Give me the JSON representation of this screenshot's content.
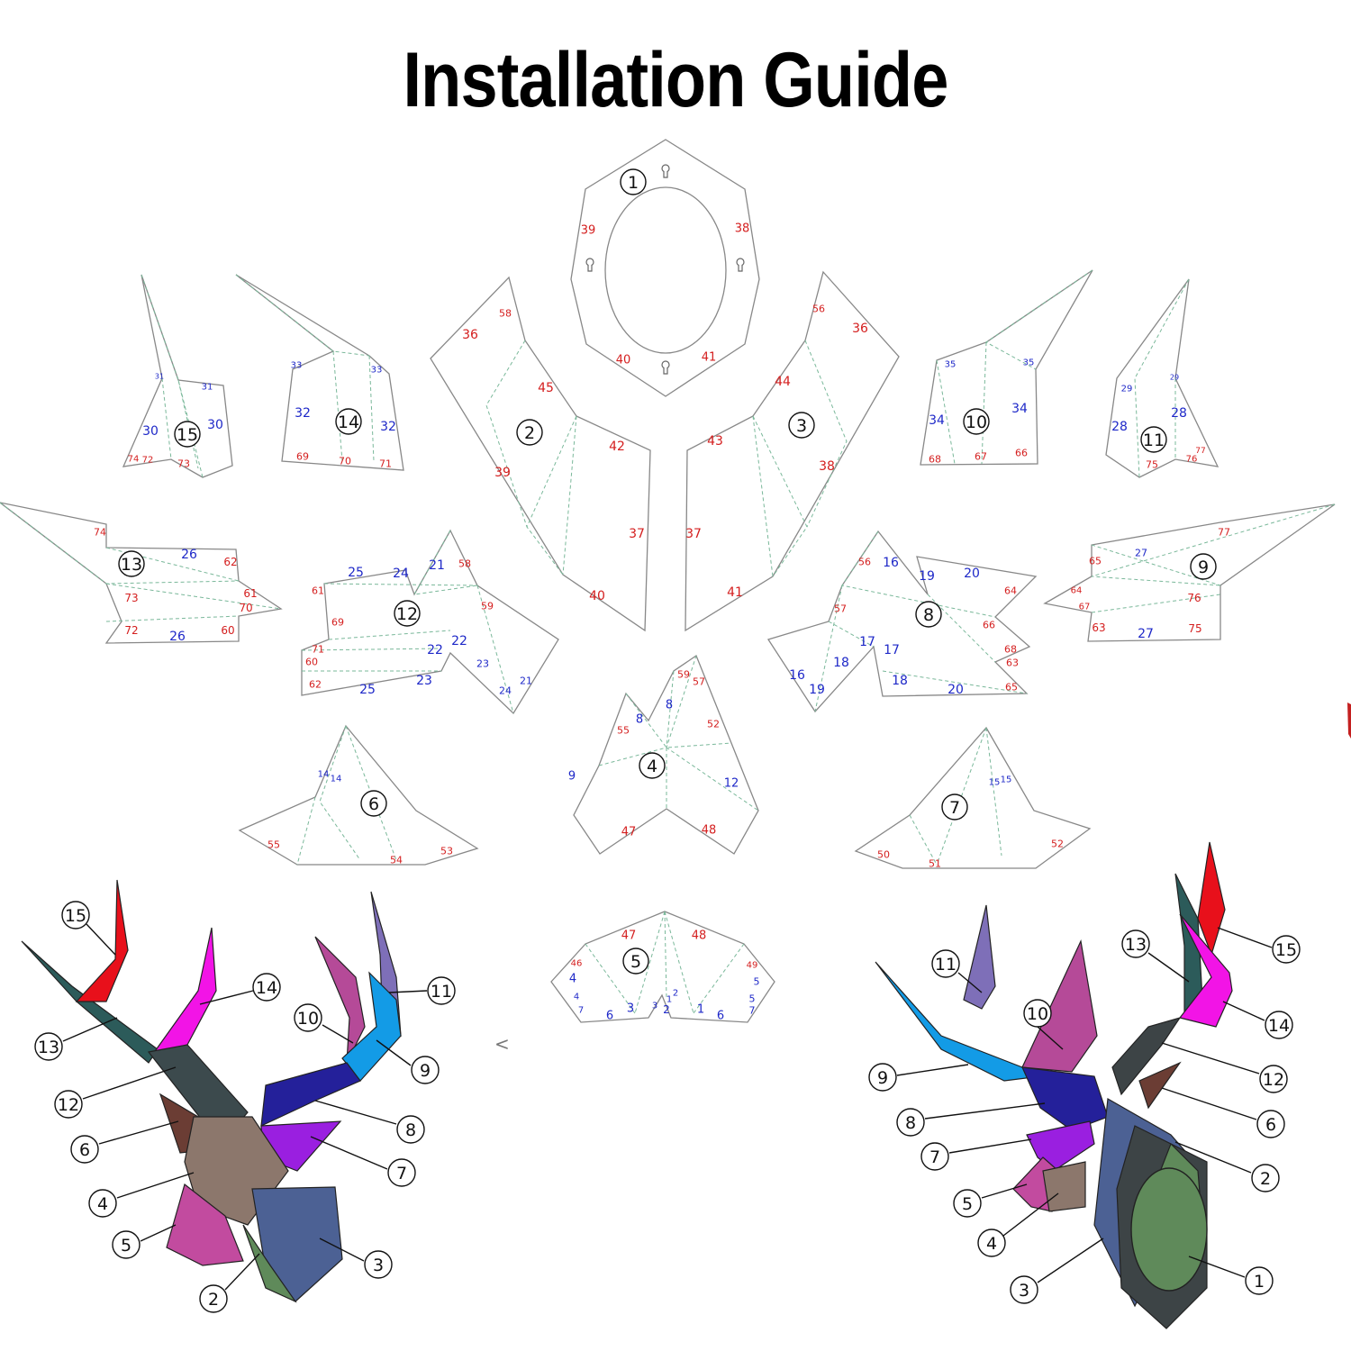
{
  "title": "Installation Guide",
  "pieces": [
    {
      "id": "1",
      "label": "1",
      "tabs": [
        [
          "39",
          "r"
        ],
        [
          "38",
          "r"
        ],
        [
          "40",
          "r"
        ],
        [
          "41",
          "r"
        ]
      ]
    },
    {
      "id": "2",
      "label": "2",
      "tabs": [
        [
          "58",
          "r"
        ],
        [
          "36",
          "r"
        ],
        [
          "45",
          "r"
        ],
        [
          "42",
          "r"
        ],
        [
          "39",
          "r"
        ],
        [
          "37",
          "r"
        ],
        [
          "40",
          "r"
        ]
      ]
    },
    {
      "id": "3",
      "label": "3",
      "tabs": [
        [
          "56",
          "r"
        ],
        [
          "36",
          "r"
        ],
        [
          "44",
          "r"
        ],
        [
          "43",
          "r"
        ],
        [
          "38",
          "r"
        ],
        [
          "37",
          "r"
        ],
        [
          "41",
          "r"
        ]
      ]
    },
    {
      "id": "4",
      "label": "4",
      "tabs": [
        [
          "59",
          "r"
        ],
        [
          "57",
          "r"
        ],
        [
          "8",
          "b"
        ],
        [
          "8",
          "b"
        ],
        [
          "55",
          "r"
        ],
        [
          "52",
          "r"
        ],
        [
          "9",
          "b"
        ],
        [
          "12",
          "b"
        ],
        [
          "47",
          "r"
        ],
        [
          "48",
          "r"
        ]
      ]
    },
    {
      "id": "5",
      "label": "5",
      "tabs": [
        [
          "47",
          "r"
        ],
        [
          "48",
          "r"
        ],
        [
          "46",
          "r"
        ],
        [
          "49",
          "r"
        ],
        [
          "4",
          "b"
        ],
        [
          "5",
          "b"
        ],
        [
          "4",
          "b"
        ],
        [
          "5",
          "b"
        ],
        [
          "7",
          "b"
        ],
        [
          "7",
          "b"
        ],
        [
          "6",
          "b"
        ],
        [
          "6",
          "b"
        ],
        [
          "3",
          "b"
        ],
        [
          "3",
          "b"
        ],
        [
          "2",
          "b"
        ],
        [
          "2",
          "b"
        ],
        [
          "1",
          "b"
        ],
        [
          "1",
          "b"
        ]
      ]
    },
    {
      "id": "6",
      "label": "6",
      "tabs": [
        [
          "14",
          "b"
        ],
        [
          "14",
          "b"
        ],
        [
          "55",
          "r"
        ],
        [
          "54",
          "r"
        ],
        [
          "53",
          "r"
        ]
      ]
    },
    {
      "id": "7",
      "label": "7",
      "tabs": [
        [
          "15",
          "b"
        ],
        [
          "15",
          "b"
        ],
        [
          "50",
          "r"
        ],
        [
          "51",
          "r"
        ],
        [
          "52",
          "r"
        ]
      ]
    },
    {
      "id": "8",
      "label": "8",
      "tabs": [
        [
          "56",
          "r"
        ],
        [
          "16",
          "b"
        ],
        [
          "19",
          "b"
        ],
        [
          "20",
          "b"
        ],
        [
          "64",
          "r"
        ],
        [
          "57",
          "r"
        ],
        [
          "66",
          "r"
        ],
        [
          "17",
          "b"
        ],
        [
          "17",
          "b"
        ],
        [
          "18",
          "b"
        ],
        [
          "16",
          "b"
        ],
        [
          "19",
          "b"
        ],
        [
          "18",
          "b"
        ],
        [
          "68",
          "r"
        ],
        [
          "63",
          "r"
        ],
        [
          "20",
          "b"
        ],
        [
          "65",
          "r"
        ]
      ]
    },
    {
      "id": "9",
      "label": "9",
      "tabs": [
        [
          "77",
          "r"
        ],
        [
          "27",
          "b"
        ],
        [
          "65",
          "r"
        ],
        [
          "64",
          "r"
        ],
        [
          "67",
          "r"
        ],
        [
          "76",
          "r"
        ],
        [
          "63",
          "r"
        ],
        [
          "27",
          "b"
        ],
        [
          "75",
          "r"
        ]
      ]
    },
    {
      "id": "10",
      "label": "10",
      "tabs": [
        [
          "35",
          "b"
        ],
        [
          "35",
          "b"
        ],
        [
          "34",
          "b"
        ],
        [
          "34",
          "b"
        ],
        [
          "68",
          "r"
        ],
        [
          "67",
          "r"
        ],
        [
          "66",
          "r"
        ]
      ]
    },
    {
      "id": "11",
      "label": "11",
      "tabs": [
        [
          "29",
          "b"
        ],
        [
          "29",
          "b"
        ],
        [
          "28",
          "b"
        ],
        [
          "28",
          "b"
        ],
        [
          "77",
          "r"
        ],
        [
          "76",
          "r"
        ],
        [
          "75",
          "r"
        ]
      ]
    },
    {
      "id": "12",
      "label": "12",
      "tabs": [
        [
          "25",
          "b"
        ],
        [
          "24",
          "b"
        ],
        [
          "21",
          "b"
        ],
        [
          "58",
          "r"
        ],
        [
          "61",
          "r"
        ],
        [
          "59",
          "r"
        ],
        [
          "69",
          "r"
        ],
        [
          "71",
          "r"
        ],
        [
          "60",
          "r"
        ],
        [
          "22",
          "b"
        ],
        [
          "22",
          "b"
        ],
        [
          "23",
          "b"
        ],
        [
          "62",
          "r"
        ],
        [
          "25",
          "b"
        ],
        [
          "23",
          "b"
        ],
        [
          "24",
          "b"
        ],
        [
          "21",
          "b"
        ]
      ]
    },
    {
      "id": "13",
      "label": "13",
      "tabs": [
        [
          "74",
          "r"
        ],
        [
          "26",
          "b"
        ],
        [
          "62",
          "r"
        ],
        [
          "73",
          "r"
        ],
        [
          "61",
          "r"
        ],
        [
          "70",
          "r"
        ],
        [
          "72",
          "r"
        ],
        [
          "26",
          "b"
        ],
        [
          "60",
          "r"
        ]
      ]
    },
    {
      "id": "14",
      "label": "14",
      "tabs": [
        [
          "33",
          "b"
        ],
        [
          "33",
          "b"
        ],
        [
          "32",
          "b"
        ],
        [
          "32",
          "b"
        ],
        [
          "69",
          "r"
        ],
        [
          "70",
          "r"
        ],
        [
          "71",
          "r"
        ]
      ]
    },
    {
      "id": "15",
      "label": "15",
      "tabs": [
        [
          "31",
          "b"
        ],
        [
          "31",
          "b"
        ],
        [
          "30",
          "b"
        ],
        [
          "30",
          "b"
        ],
        [
          "74",
          "r"
        ],
        [
          "72",
          "r"
        ],
        [
          "73",
          "r"
        ]
      ]
    }
  ],
  "front_view": {
    "callouts": [
      "15",
      "14",
      "13",
      "12",
      "6",
      "4",
      "5",
      "2",
      "10",
      "11",
      "9",
      "8",
      "7",
      "3"
    ]
  },
  "side_view": {
    "callouts": [
      "11",
      "10",
      "9",
      "8",
      "7",
      "5",
      "4",
      "3",
      "13",
      "15",
      "14",
      "12",
      "6",
      "2",
      "1"
    ]
  },
  "misc": {
    "chevron": "<"
  },
  "colors": {
    "tab_red": "#d41e1e",
    "tab_blue": "#1e28c8",
    "fold_line": "#7ab89a",
    "outline": "#888888",
    "red": "#e8101b",
    "magenta": "#f214e6",
    "dark_slate": "#3c4a4d",
    "teal_dark": "#2c5b5a",
    "brown_dark": "#6b3d34",
    "taupe": "#8c776c",
    "purple": "#9a1fe0",
    "navy": "#24209a",
    "sky": "#139be6",
    "lavender": "#7e6fb8",
    "orchid": "#b54a98",
    "steel_blue": "#4c6194",
    "green": "#5f8a5a",
    "pink": "#c24b9f",
    "charcoal": "#3d4446"
  }
}
